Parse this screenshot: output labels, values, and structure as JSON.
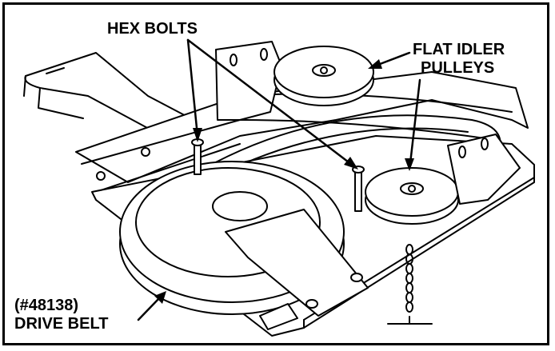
{
  "labels": {
    "hex_bolts": "HEX BOLTS",
    "flat_idler_line1": "FLAT IDLER",
    "flat_idler_line2": "PULLEYS",
    "drive_belt_line1": "(#48138)",
    "drive_belt_line2": "DRIVE BELT"
  },
  "colors": {
    "line": "#000000",
    "background": "#ffffff"
  }
}
